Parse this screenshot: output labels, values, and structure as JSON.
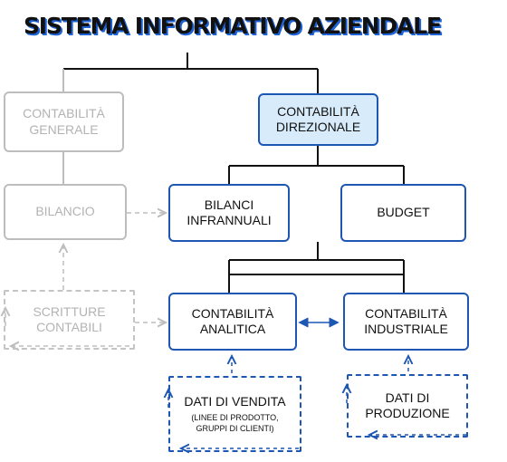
{
  "title": "SISTEMA INFORMATIVO AZIENDALE",
  "nodes": {
    "contabilita_generale": [
      "CONTABILITÀ",
      "GENERALE"
    ],
    "contabilita_direzionale": [
      "CONTABILITÀ",
      "DIREZIONALE"
    ],
    "bilancio": "BILANCIO",
    "bilanci_infrannuali": [
      "BILANCI",
      "INFRANNUALI"
    ],
    "budget": "BUDGET",
    "scritture_contabili": [
      "SCRITTURE",
      "CONTABILI"
    ],
    "contabilita_analitica": [
      "CONTABILITÀ",
      "ANALITICA"
    ],
    "contabilita_industriale": [
      "CONTABILITÀ",
      "INDUSTRIALE"
    ],
    "dati_di_vendita": "DATI DI VENDITA",
    "dati_di_vendita_note": [
      "(LINEE DI PRODOTTO,",
      "GRUPPI DI CLIENTI)"
    ],
    "dati_di_produzione": [
      "DATI DI",
      "PRODUZIONE"
    ]
  },
  "colors": {
    "accent": "#1e57b3",
    "highlight_fill": "#d7ebfb",
    "inactive": "#bdbdbd",
    "title_shadow": "#1e63d6"
  }
}
